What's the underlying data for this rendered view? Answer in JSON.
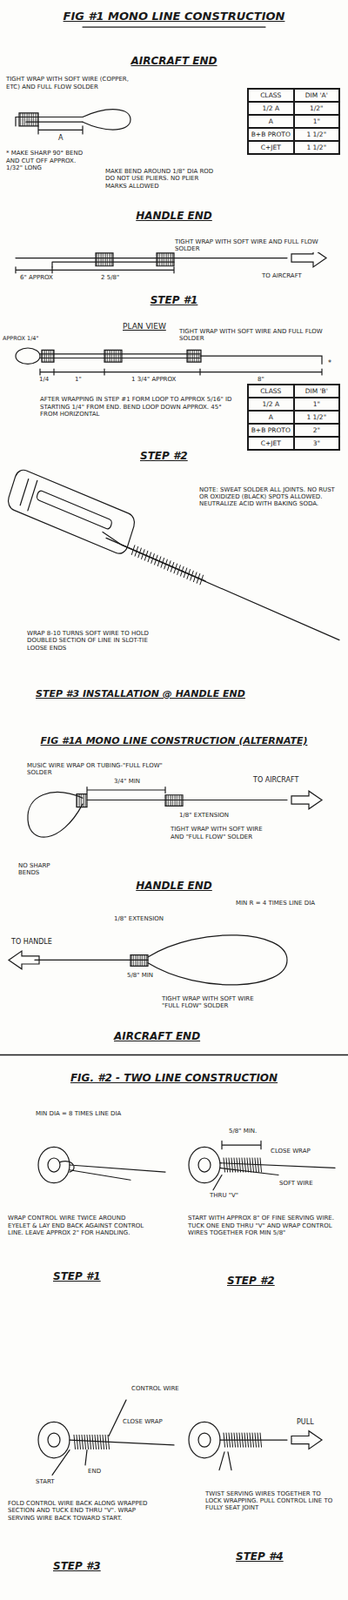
{
  "diagram": {
    "title": "FIG #1 MONO LINE CONSTRUCTION",
    "nodes": [
      {
        "text": [
          "CLASS",
          "DIM 'A'",
          "1/2 A",
          "1/2\"",
          "A",
          "1\"",
          "B+B PROTO",
          "1 1/2\"",
          "C+JET",
          "1 1/2\""
        ]
      },
      {
        "text": [
          "CLASS",
          "DIM 'B'",
          "1/2 A",
          "1\"",
          "A",
          "1 1/2\"",
          "B+B PROTO",
          "2\"",
          "C+JET",
          "3\""
        ]
      }
    ],
    "labels": [
      "AIRCRAFT END",
      "TIGHT WRAP WITH SOFT WIRE (COPPER, ETC) AND FULL FLOW SOLDER",
      "* MAKE SHARP 90° BEND AND CUT OFF APPROX. 1/32\" LONG",
      "A",
      "MAKE BEND AROUND 1/8\" DIA ROD DO NOT USE PLIERS. NO PLIER MARKS ALLOWED",
      "HANDLE END",
      "TIGHT WRAP WITH SOFT WIRE AND FULL FLOW SOLDER",
      "6\" APPROX",
      "2 5/8\"",
      "TO AIRCRAFT",
      "STEP #1",
      "PLAN VIEW",
      "TIGHT WRAP WITH SOFT WIRE AND FULL FLOW SOLDER",
      "*",
      "APPROX 1/4\"",
      "1/4",
      "1\"",
      "1 3/4\" APPROX",
      "8\"",
      "AFTER WRAPPING IN STEP #1 FORM LOOP TO APPROX 5/16\" ID STARTING 1/4\" FROM END. BEND LOOP DOWN APPROX. 45° FROM HORIZONTAL",
      "STEP #2",
      "NOTE: SWEAT SOLDER ALL JOINTS. NO RUST OR OXIDIZED (BLACK) SPOTS ALLOWED. NEUTRALIZE ACID WITH BAKING SODA.",
      "WRAP 8-10 TURNS SOFT WIRE TO HOLD DOUBLED SECTION OF LINE IN SLOT-TIE LOOSE ENDS",
      "STEP #3 INSTALLATION @ HANDLE END",
      "FIG #1A MONO LINE CONSTRUCTION (ALTERNATE)",
      "MUSIC WIRE WRAP OR TUBING-\"FULL FLOW\" SOLDER",
      "3/4\" MIN",
      "TO AIRCRAFT",
      "1/8\" EXTENSION",
      "NO SHARP BENDS",
      "TIGHT WRAP WITH SOFT WIRE AND \"FULL FLOW\" SOLDER",
      "HANDLE END",
      "1/8\" EXTENSION",
      "TO HANDLE",
      "5/8\" MIN",
      "MIN R = 4 TIMES LINE DIA",
      "TIGHT WRAP WITH SOFT WIRE \"FULL FLOW\" SOLDER",
      "AIRCRAFT END",
      "FIG. #2 - TWO LINE CONSTRUCTION",
      "MIN DIA = 8 TIMES LINE DIA",
      "WRAP CONTROL WIRE TWICE AROUND EYELET & LAY END BACK AGAINST CONTROL LINE. LEAVE APPROX 2\" FOR HANDLING.",
      "STEP #1",
      "5/8\" MIN.",
      "CLOSE WRAP",
      "THRU \"V\"",
      "SOFT WIRE",
      "START WITH APPROX 8\" OF FINE SERVING WIRE. TUCK ONE END THRU \"V\" AND WRAP CONTROL WIRES TOGETHER FOR MIN 5/8\"",
      "STEP #2",
      "CONTROL WIRE",
      "CLOSE WRAP",
      "START",
      "END",
      "FOLD CONTROL WIRE BACK ALONG WRAPPED SECTION AND TUCK END THRU \"V\". WRAP SERVING WIRE BACK TOWARD START.",
      "STEP #3",
      "PULL",
      "TWIST SERVING WIRES TOGETHER TO LOCK WRAPPING. PULL CONTROL LINE TO FULLY SEAT JOINT",
      "STEP #4"
    ]
  }
}
